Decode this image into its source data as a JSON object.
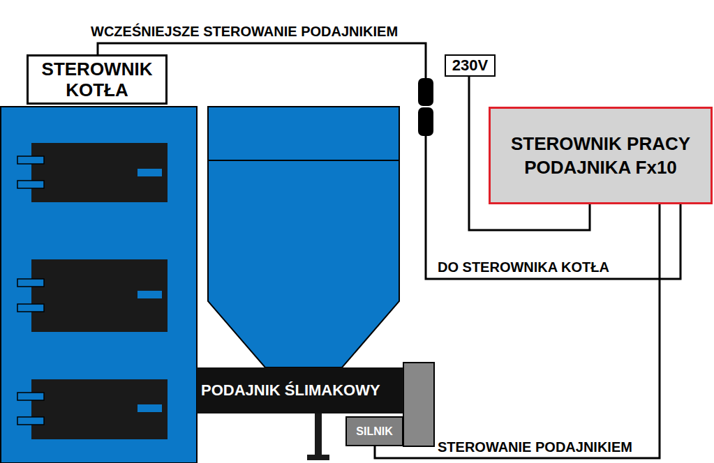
{
  "diagram": {
    "nodes": [
      {
        "text": [
          "STEROWNIK KOTŁA"
        ]
      },
      {
        "text": [
          "230V"
        ]
      },
      {
        "text": [
          "STEROWNIK PRACY PODAJNIKA Fx10"
        ]
      },
      {
        "text": [
          "PODAJNIK ŚLIMAKOWY"
        ]
      },
      {
        "text": [
          "SILNIK"
        ]
      }
    ],
    "edges": [
      {
        "from": 0,
        "to": 2,
        "arrow": "none",
        "label": "DO STEROWNIKA KOTŁA"
      },
      {
        "from": 1,
        "to": 2,
        "arrow": "none"
      },
      {
        "from": 2,
        "to": 4,
        "arrow": "none",
        "label": "STEROWANIE PODAJNIKIEM"
      }
    ],
    "labels": [
      "WCZEŚNIEJSZE STEROWANIE PODAJNIKIEM"
    ]
  }
}
